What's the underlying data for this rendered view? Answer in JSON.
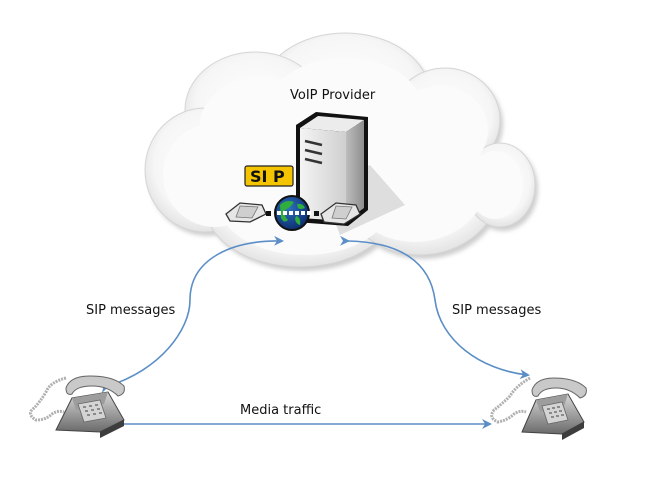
{
  "cloud": {
    "label": "VoIP Provider"
  },
  "server": {
    "badge": "SI P",
    "badge_color": "#f5c400"
  },
  "edges": {
    "left_signaling": "SIP messages",
    "right_signaling": "SIP messages",
    "media": "Media traffic"
  },
  "colors": {
    "arrow": "#5b8ec6",
    "cloud_shadow": "#c9c9c9"
  }
}
